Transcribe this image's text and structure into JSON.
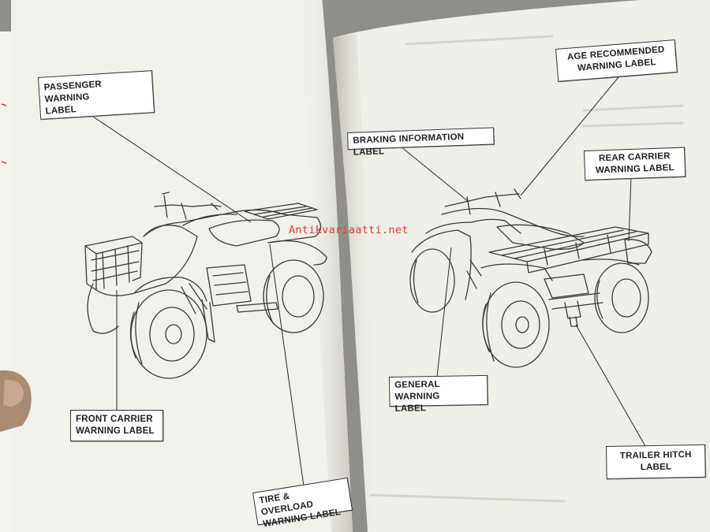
{
  "watermark": "Antikvariaatti.net",
  "left_page": {
    "labels": {
      "passenger": "PASSENGER WARNING\nLABEL",
      "front_carrier": "FRONT CARRIER\nWARNING LABEL",
      "tire_overload": "TIRE & OVERLOAD\nWARNING LABEL"
    }
  },
  "right_page": {
    "labels": {
      "braking": "BRAKING INFORMATION LABEL",
      "age": "AGE RECOMMENDED\nWARNING LABEL",
      "rear_carrier": "REAR CARRIER\nWARNING LABEL",
      "general": "GENERAL WARNING\nLABEL",
      "trailer_hitch": "TRAILER HITCH\nLABEL"
    }
  },
  "colors": {
    "paper": "#f1f0ea",
    "line_art": "#3a3a3a",
    "watermark": "#e23b2b"
  }
}
